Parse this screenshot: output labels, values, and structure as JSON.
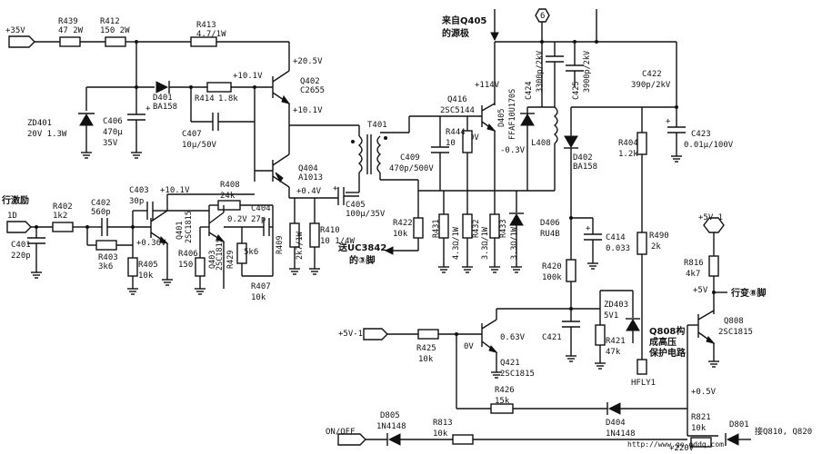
{
  "labels": {
    "plus35v": "+35V",
    "r439": "R439",
    "r439_val": "47 2W",
    "r412": "R412",
    "r412_val": "150 2W",
    "r413": "R413",
    "r413_val": "4.7/1W",
    "v_20_5": "+20.5V",
    "v_10_1a": "+10.1V",
    "v_10_1b": "+10.1V",
    "q402": "Q402",
    "q402_type": "C2655",
    "d401": "D401",
    "d401_type": "BA158",
    "r414": "R414",
    "r414_val": "1.8k",
    "zd401": "ZD401",
    "zd401_val": "20V 1.3W",
    "c406": "C406",
    "c406_val1": "470μ",
    "c406_val2": "35V",
    "c407": "C407",
    "c407_val": "10μ/50V",
    "t401": "T401",
    "q404": "Q404",
    "q404_type": "A1013",
    "v_0_4": "+0.4V",
    "c405": "C405",
    "c405_val": "100μ/35V",
    "drive_in": "行激励",
    "node_1d": "1D",
    "r402": "R402",
    "r402_val": "1k2",
    "c402": "C402",
    "c402_val": "560p",
    "c403": "C403",
    "c403_val": "30p",
    "v_10_1c": "+10.1V",
    "r408": "R408",
    "r408_val": "24k",
    "c404": "C404",
    "c404_val": "27p",
    "v_0_2": "0.2V",
    "q401": "Q401",
    "q401_type": "2SC1815",
    "q403": "Q403",
    "q403_type": "2SC1815",
    "v_0_36": "+0.36V",
    "r403": "R403",
    "r403_val": "3k6",
    "c401": "C401",
    "c401_val": "220p",
    "r405": "R405",
    "r405_val": "10k",
    "r406": "R406",
    "r406_val": "150",
    "r429": "R429",
    "r429_val": "5k6",
    "r407": "R407",
    "r407_val": "10k",
    "r409": "R409",
    "r410": "R410",
    "r409_410_val": "2k7/1W",
    "r410_val": "10 1/4W",
    "from_q405": "来自Q405",
    "from_q405_2": "的源极",
    "node6": "6",
    "q416": "Q416",
    "q416_type": "2SC5144",
    "v_114": "+114V",
    "d405": "D405",
    "d405_type": "FFAF10U170S",
    "c424": "C424",
    "c424_val": "3300p/2kV",
    "c425": "C425",
    "c425_val": "3900p/2kV",
    "c422": "C422",
    "c422_val": "390p/2kV",
    "c423": "C423",
    "c423_val": "0.01μ/100V",
    "r444": "R444",
    "r444_val": "10",
    "v_0": "0V",
    "v_0_3": "-0.3V",
    "c409": "C409",
    "c409_val": "470p/500V",
    "l408": "L408",
    "d402": "D402",
    "d402_type": "BA158",
    "r404": "R404",
    "r404_val": "1.2k",
    "r422": "R422",
    "r422_val": "10k",
    "to_uc3842": "送UC3842",
    "to_uc3842_2": "的③脚",
    "r431": "R431",
    "r431_val": "4.3Ω/1W",
    "r432": "R432",
    "r432_val": "3.3Ω/1W",
    "r433": "R433",
    "r433_val": "3.3Ω/1W",
    "d406": "D406",
    "d406_type": "RU4B",
    "c414": "C414",
    "c414_val": "0.033",
    "r490": "R490",
    "r490_val": "2k",
    "r420": "R420",
    "r420_val": "100k",
    "v5v_1a": "+5V-1",
    "r816": "R816",
    "r816_val": "4k7",
    "v5": "+5V",
    "flyback_pin8": "行变⑧脚",
    "zd403": "ZD403",
    "zd403_val": "5V1",
    "q808_group": "Q808构",
    "q808_group2": "成高压",
    "q808_group3": "保护电路",
    "q808": "Q808",
    "q808_type": "2SC1815",
    "v5v_1b": "+5V-1",
    "r425": "R425",
    "r425_val": "10k",
    "v_0b": "0V",
    "v_0_63": "0.63V",
    "c421": "C421",
    "r421": "R421",
    "r421_val": "47k",
    "q421": "Q421",
    "q421_type": "2SC1815",
    "hfly1": "HFLY1",
    "v_0_5": "+0.5V",
    "r426": "R426",
    "r426_val": "15k",
    "d404": "D404",
    "d404_type": "1N4148",
    "on_off": "ON/OFF",
    "d805": "D805",
    "d805_type": "1N4148",
    "r813": "R813",
    "r813_val": "10k",
    "r821": "R821",
    "r821_val": "10k",
    "d801": "D801",
    "to_q810": "接Q810, Q820",
    "v_220": "+220V",
    "watermark": "http://www.go-gddq.com"
  }
}
